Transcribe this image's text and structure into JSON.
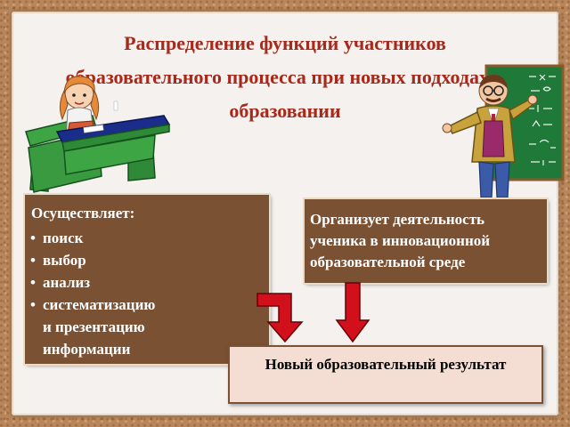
{
  "title": "Распределение функций участников образовательного процесса при новых подходах в образовании",
  "left_box": {
    "heading": "Осуществляет:",
    "items": [
      "поиск",
      "выбор",
      "анализ",
      "систематизацию"
    ],
    "continuation": [
      "и презентацию",
      "информации"
    ]
  },
  "right_box": {
    "text": "Организует деятельность ученика в инновационной образовательной среде"
  },
  "result_box": {
    "text": "Новый образовательный результат"
  },
  "colors": {
    "title": "#a8291b",
    "box_bg": "#7a5132",
    "arrow": "#d1101b",
    "result_bg": "#f4ddd2",
    "board": "#1f7a3a"
  }
}
